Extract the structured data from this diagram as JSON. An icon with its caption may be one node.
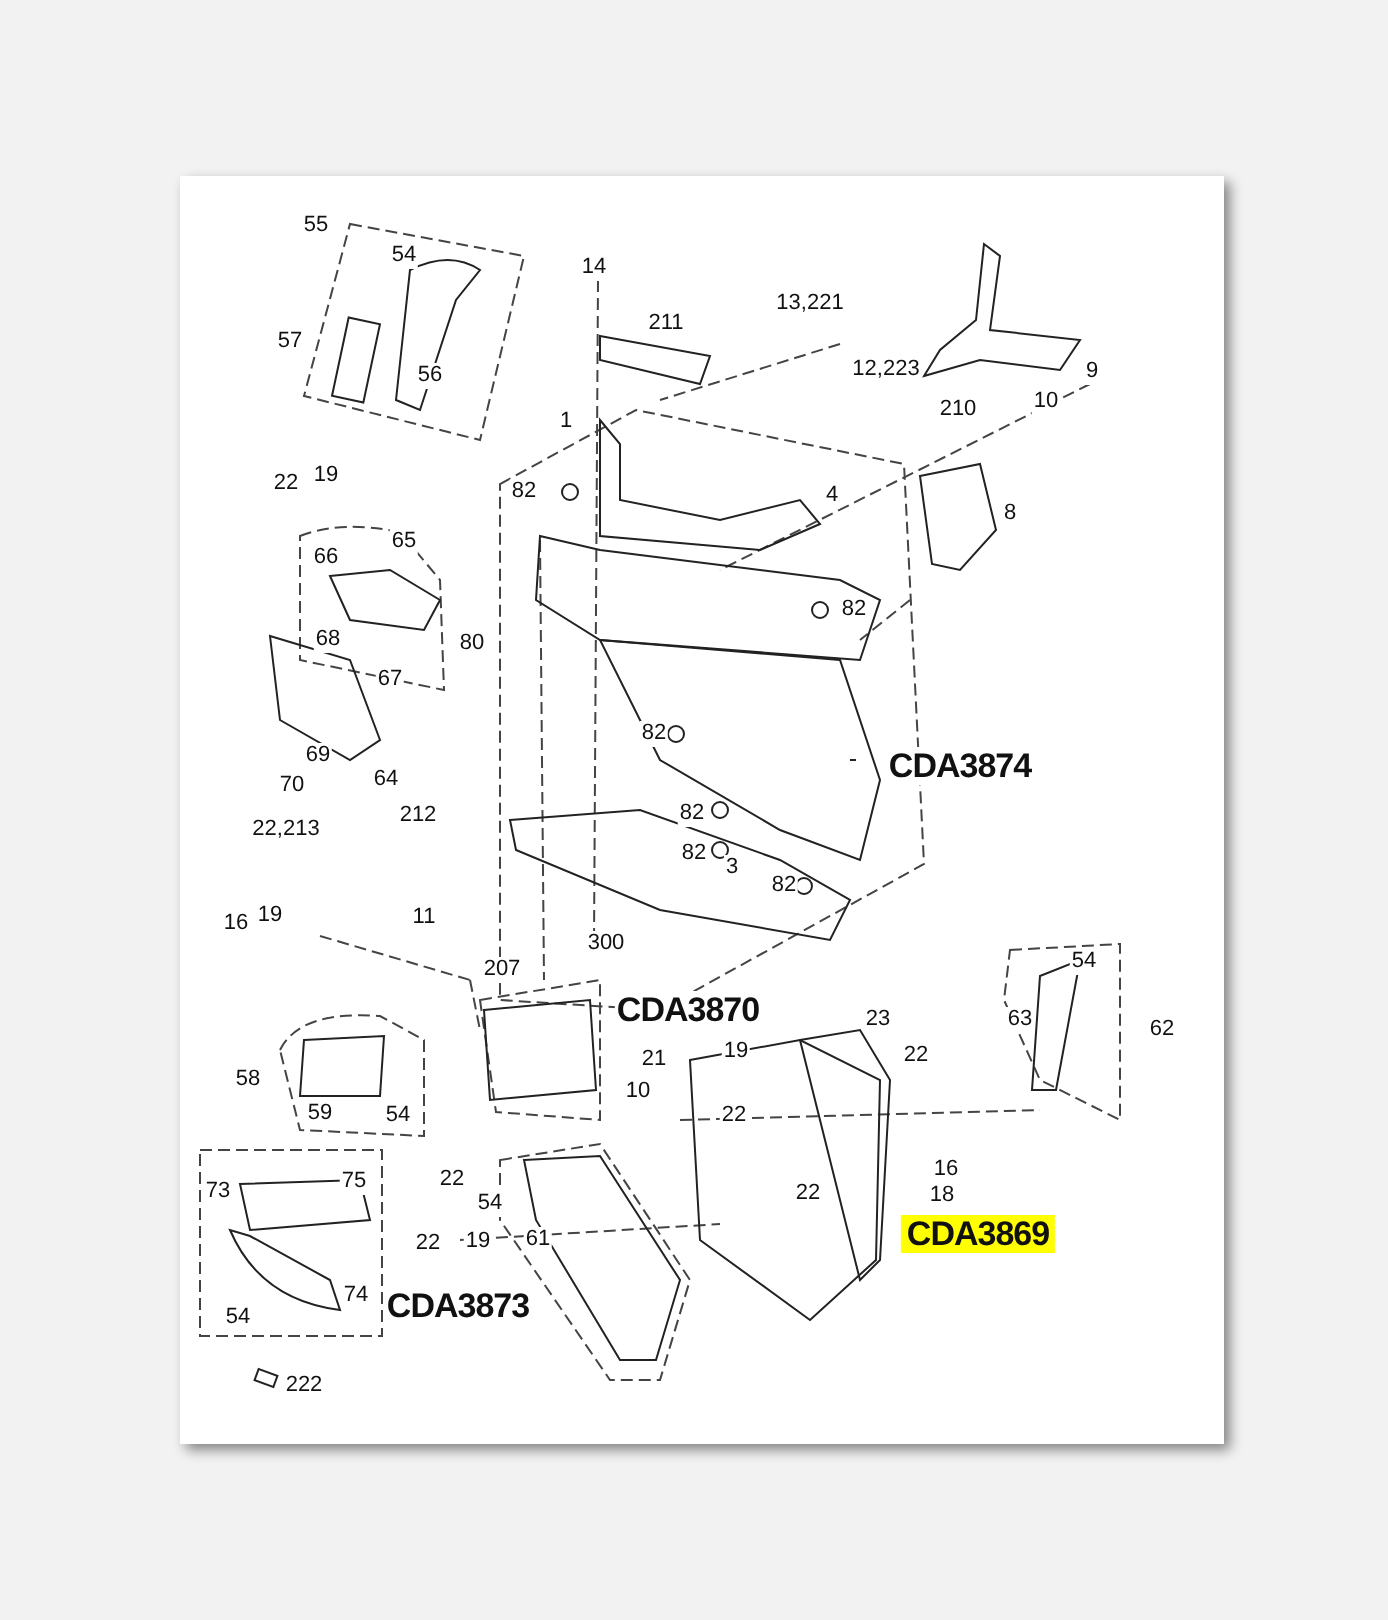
{
  "diagram": {
    "labels": [
      "55",
      "54",
      "14",
      "13,221",
      "211",
      "57",
      "12,223",
      "56",
      "210",
      "9",
      "10",
      "1",
      "19",
      "22",
      "82",
      "4",
      "8",
      "65",
      "66",
      "68",
      "82",
      "80",
      "67",
      "82",
      "69",
      "CDA3874",
      "64",
      "70",
      "82",
      "212",
      "22,213",
      "82",
      "3",
      "82",
      "19",
      "16",
      "11",
      "300",
      "54",
      "207",
      "CDA3870",
      "23",
      "63",
      "62",
      "21",
      "19",
      "22",
      "58",
      "10",
      "59",
      "54",
      "22",
      "16",
      "75",
      "73",
      "18",
      "22",
      "22",
      "54",
      "61",
      "19",
      "22",
      "CDA3869",
      "74",
      "54",
      "CDA3873",
      "222"
    ]
  }
}
